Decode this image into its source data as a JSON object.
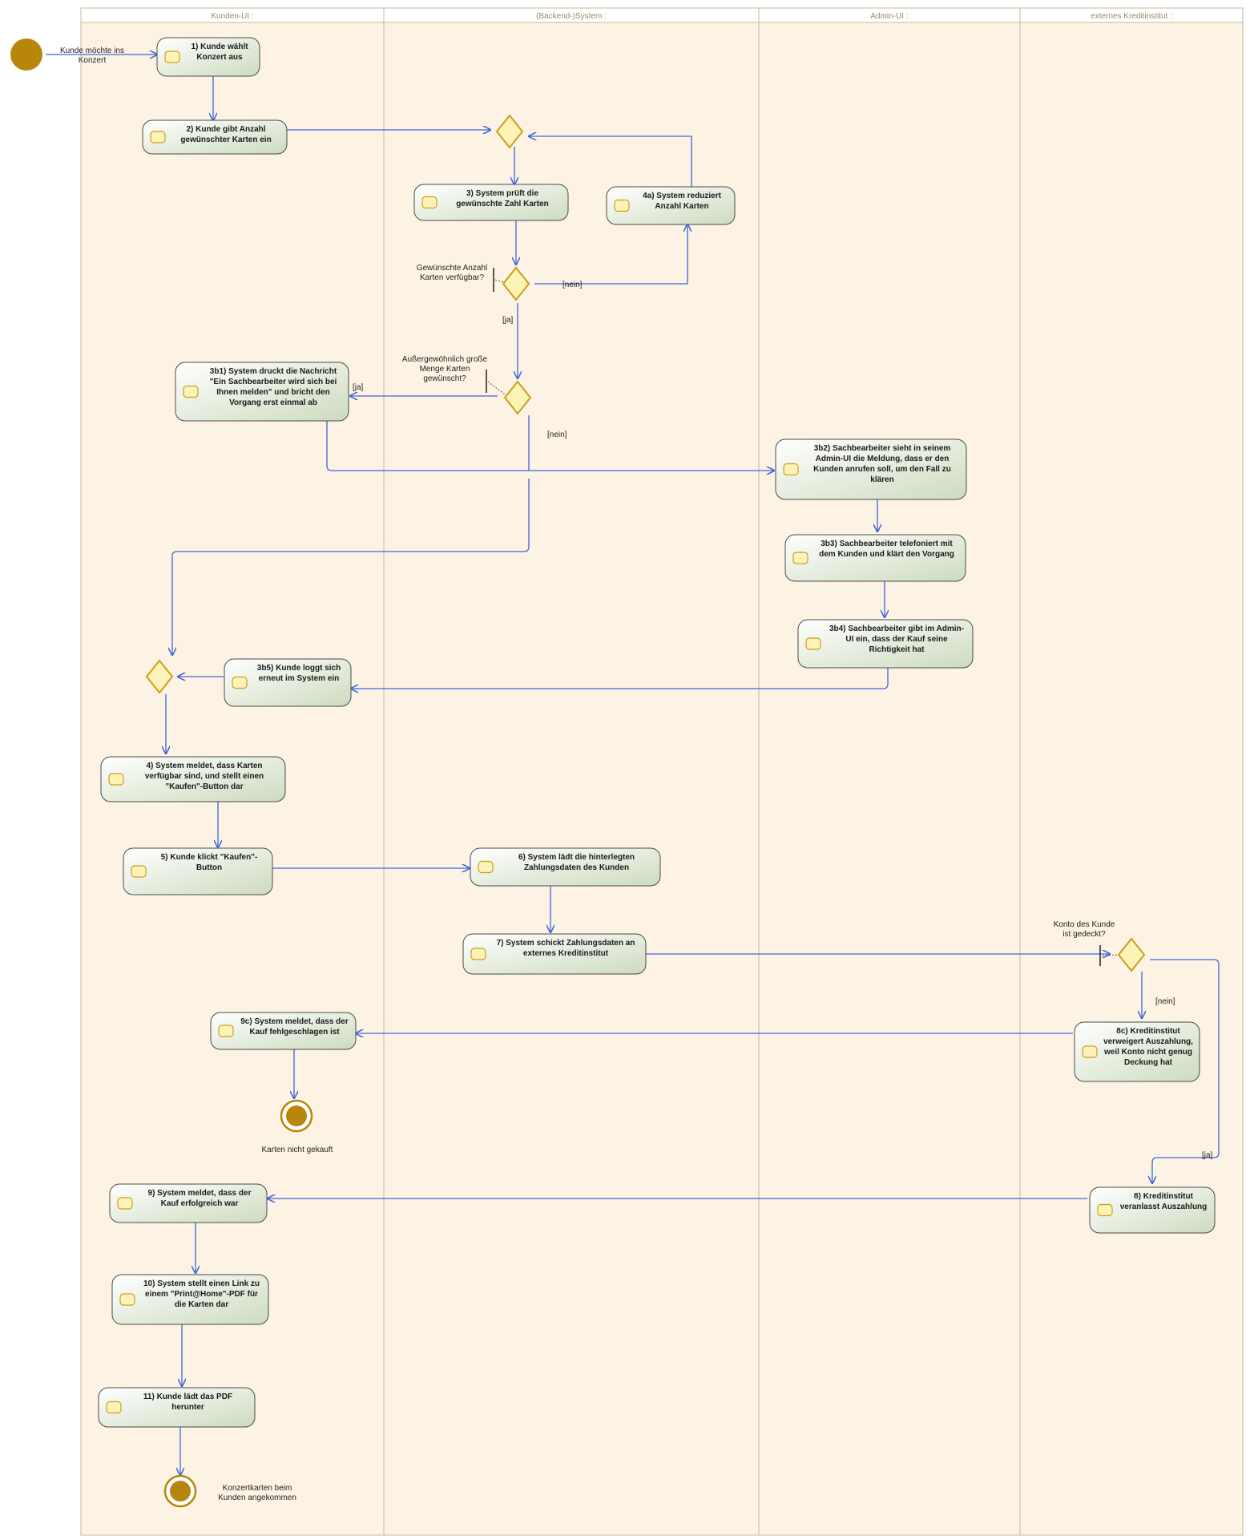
{
  "lanes": [
    "Kunden-UI :",
    "(Backend-)System :",
    "Admin-UI :",
    "externes Kreditinstitut :"
  ],
  "colors": {
    "lane_fill": "#fdf3e4",
    "lane_border": "#c8b69c",
    "action_fill_from": "#ffffff",
    "action_fill_to": "#cddbbf",
    "action_border": "#4a4a4a",
    "decision_fill": "#fdf3b6",
    "decision_border": "#c8a020",
    "node_fill": "#b8860b",
    "edge": "#3f66d9"
  },
  "initial_label": [
    "Kunde möchte ins",
    "Konzert"
  ],
  "actions": {
    "a1": [
      "1) Kunde wählt",
      "Konzert aus"
    ],
    "a2": [
      "2) Kunde gibt Anzahl",
      "gewünschter Karten ein"
    ],
    "a3": [
      "3) System prüft die",
      "gewünschte Zahl Karten"
    ],
    "a4a": [
      "4a) System reduziert",
      "Anzahl Karten"
    ],
    "a3b1": [
      "3b1) System druckt die Nachricht",
      "\"Ein Sachbearbeiter wird sich bei",
      "Ihnen melden\" und bricht den",
      "Vorgang erst einmal ab"
    ],
    "a3b2": [
      "3b2) Sachbearbeiter sieht in seinem",
      "Admin-UI die Meldung, dass er den",
      "Kunden anrufen soll, um den Fall zu",
      "klären"
    ],
    "a3b3": [
      "3b3) Sachbearbeiter telefoniert mit",
      "dem Kunden und klärt den Vorgang"
    ],
    "a3b4": [
      "3b4) Sachbearbeiter gibt im Admin-",
      "UI ein, dass der Kauf seine",
      "Richtigkeit hat"
    ],
    "a3b5": [
      "3b5) Kunde loggt sich",
      "erneut im System ein"
    ],
    "a4": [
      "4) System meldet, dass Karten",
      "verfügbar sind, und stellt einen",
      "\"Kaufen\"-Button dar"
    ],
    "a5": [
      "5) Kunde klickt \"Kaufen\"-",
      "Button"
    ],
    "a6": [
      "6) System lädt die hinterlegten",
      "Zahlungsdaten des Kunden"
    ],
    "a7": [
      "7) System schickt Zahlungsdaten an",
      "externes Kreditinstitut"
    ],
    "a9c": [
      "9c) System meldet, dass der",
      "Kauf fehlgeschlagen ist"
    ],
    "a8c": [
      "8c) Kreditinstitut",
      "verweigert Auszahlung,",
      "weil Konto nicht genug",
      "Deckung hat"
    ],
    "a8": [
      "8) Kreditinstitut",
      "veranlasst Auszahlung"
    ],
    "a9": [
      "9) System meldet, dass der",
      "Kauf erfolgreich war"
    ],
    "a10": [
      "10) System stellt einen Link zu",
      "einem \"Print@Home\"-PDF für",
      "die Karten dar"
    ],
    "a11": [
      "11) Kunde lädt das PDF",
      "herunter"
    ]
  },
  "decision_notes": {
    "dAvail": [
      "Gewünschte Anzahl",
      "Karten verfügbar?"
    ],
    "dLarge": [
      "Außergewöhnlich große",
      "Menge Karten",
      "gewünscht?"
    ],
    "dKonto": [
      "Konto des Kunde",
      "ist gedeckt?"
    ]
  },
  "guards": {
    "nein_avail": "[nein]",
    "ja_avail": "[ja]",
    "ja_large": "[ja]",
    "nein_large": "[nein]",
    "nein_konto": "[nein]",
    "ja_konto": "[ja]"
  },
  "final_labels": {
    "fail": [
      "Karten nicht gekauft"
    ],
    "success": [
      "Konzertkarten beim",
      "Kunden angekommen"
    ]
  }
}
